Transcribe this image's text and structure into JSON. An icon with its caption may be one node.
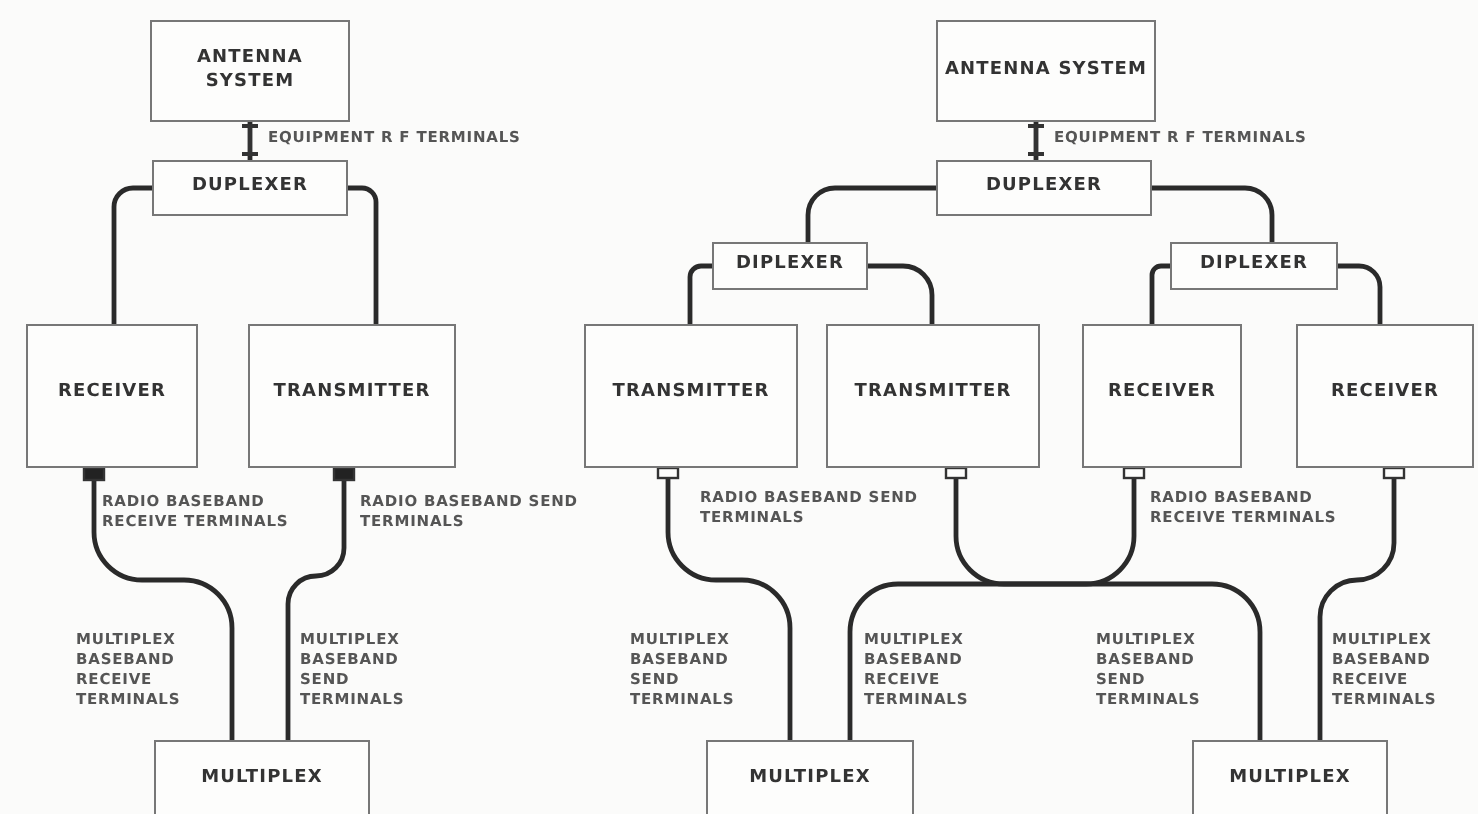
{
  "diagram": {
    "nodes": [
      {
        "text": [
          "ANTENNA SYSTEM"
        ]
      },
      {
        "text": [
          "DUPLEXER"
        ]
      },
      {
        "text": [
          "RECEIVER"
        ]
      },
      {
        "text": [
          "TRANSMITTER"
        ]
      },
      {
        "text": [
          "MULTIPLEX"
        ]
      },
      {
        "text": [
          "ANTENNA SYSTEM"
        ]
      },
      {
        "text": [
          "DUPLEXER"
        ]
      },
      {
        "text": [
          "DIPLEXER"
        ]
      },
      {
        "text": [
          "DIPLEXER"
        ]
      },
      {
        "text": [
          "TRANSMITTER"
        ]
      },
      {
        "text": [
          "TRANSMITTER"
        ]
      },
      {
        "text": [
          "RECEIVER"
        ]
      },
      {
        "text": [
          "RECEIVER"
        ]
      },
      {
        "text": [
          "MULTIPLEX"
        ]
      },
      {
        "text": [
          "MULTIPLEX"
        ]
      }
    ],
    "edges": [
      {
        "from": 0,
        "to": 1,
        "arrow": "none"
      },
      {
        "from": 1,
        "to": 2,
        "arrow": "none"
      },
      {
        "from": 1,
        "to": 3,
        "arrow": "none"
      },
      {
        "from": 2,
        "to": 4,
        "arrow": "none"
      },
      {
        "from": 3,
        "to": 4,
        "arrow": "none"
      },
      {
        "from": 5,
        "to": 6,
        "arrow": "none"
      },
      {
        "from": 6,
        "to": 7,
        "arrow": "none"
      },
      {
        "from": 6,
        "to": 8,
        "arrow": "none"
      },
      {
        "from": 7,
        "to": 9,
        "arrow": "none"
      },
      {
        "from": 7,
        "to": 10,
        "arrow": "none"
      },
      {
        "from": 8,
        "to": 11,
        "arrow": "none"
      },
      {
        "from": 8,
        "to": 12,
        "arrow": "none"
      },
      {
        "from": 9,
        "to": 13,
        "arrow": "none"
      },
      {
        "from": 10,
        "to": 14,
        "arrow": "none"
      },
      {
        "from": 11,
        "to": 13,
        "arrow": "none"
      },
      {
        "from": 12,
        "to": 14,
        "arrow": "none"
      }
    ],
    "labels": [
      "EQUIPMENT R F TERMINALS",
      "EQUIPMENT R F TERMINALS",
      "RADIO BASEBAND RECEIVE TERMINALS",
      "RADIO BASEBAND SEND TERMINALS",
      "RADIO BASEBAND SEND TERMINALS",
      "RADIO BASEBAND RECEIVE TERMINALS",
      "MULTIPLEX BASEBAND RECEIVE TERMINALS",
      "MULTIPLEX BASEBAND SEND TERMINALS",
      "MULTIPLEX BASEBAND SEND TERMINALS",
      "MULTIPLEX BASEBAND RECEIVE TERMINALS",
      "MULTIPLEX BASEBAND SEND TERMINALS",
      "MULTIPLEX BASEBAND RECEIVE TERMINALS"
    ]
  }
}
